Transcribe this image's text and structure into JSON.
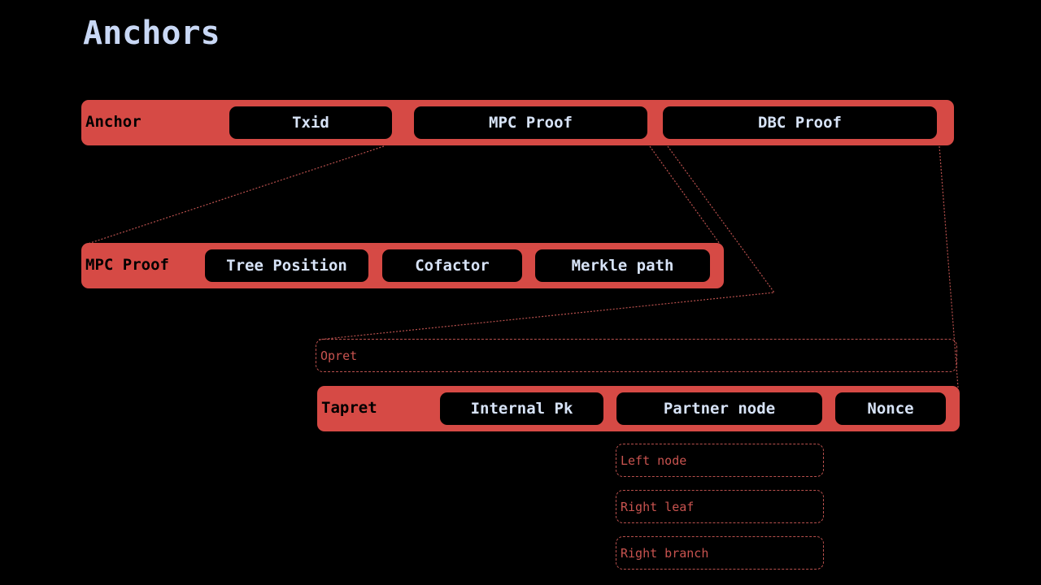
{
  "title": "Anchors",
  "colors": {
    "row_fill": "#d64a45",
    "cell_fill": "#000000",
    "title_text": "#c9d8f5",
    "cell_text": "#d7e3f7",
    "dashed": "#b8504d"
  },
  "anchor_row": {
    "label": "Anchor",
    "cells": [
      "Txid",
      "MPC Proof",
      "DBC Proof"
    ]
  },
  "mpc_row": {
    "label": "MPC Proof",
    "cells": [
      "Tree Position",
      "Cofactor",
      "Merkle path"
    ]
  },
  "opret": {
    "label": "Opret"
  },
  "tapret_row": {
    "label": "Tapret",
    "cells": [
      "Internal Pk",
      "Partner node",
      "Nonce"
    ]
  },
  "partner_options": [
    "Left node",
    "Right leaf",
    "Right branch"
  ]
}
